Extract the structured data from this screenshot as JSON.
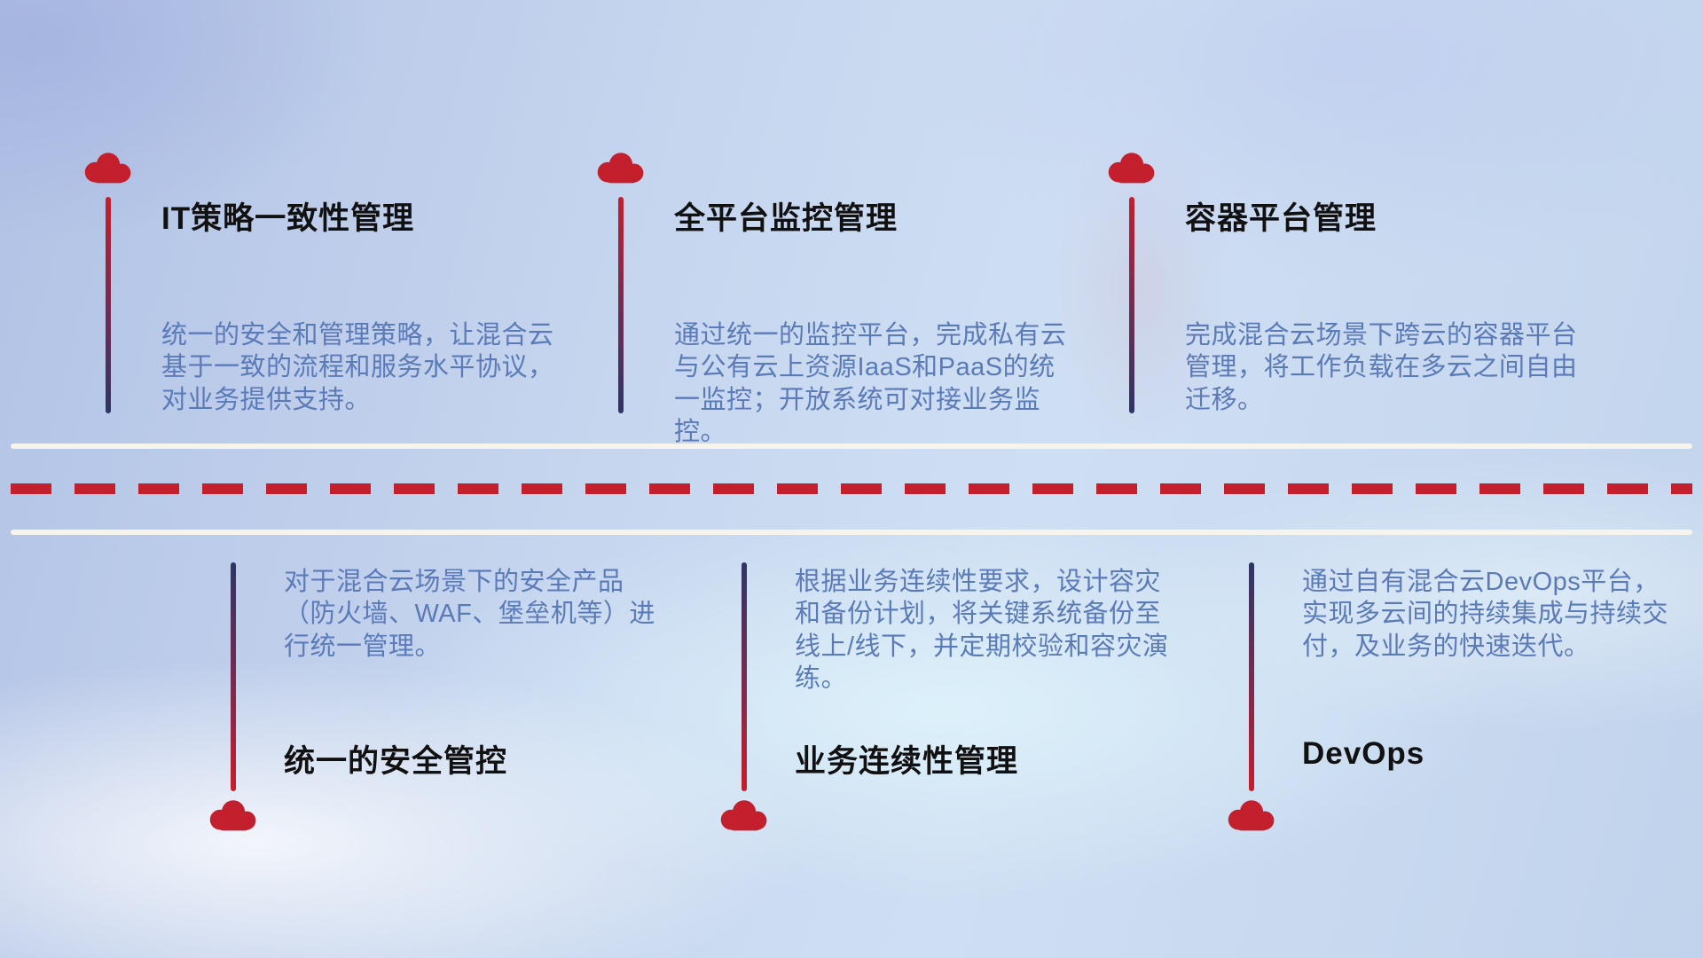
{
  "top_items": [
    {
      "icon": "cloud-icon",
      "title": "IT策略一致性管理",
      "description": "统一的安全和管理策略，让混合云基于一致的流程和服务水平协议，对业务提供支持。"
    },
    {
      "icon": "cloud-icon",
      "title": "全平台监控管理",
      "description": "通过统一的监控平台，完成私有云与公有云上资源IaaS和PaaS的统一监控；开放系统可对接业务监控。"
    },
    {
      "icon": "cloud-icon",
      "title": "容器平台管理",
      "description": "完成混合云场景下跨云的容器平台管理，将工作负载在多云之间自由迁移。"
    }
  ],
  "bottom_items": [
    {
      "icon": "cloud-icon",
      "title": "统一的安全管控",
      "description": "对于混合云场景下的安全产品（防火墙、WAF、堡垒机等）进行统一管理。"
    },
    {
      "icon": "cloud-icon",
      "title": "业务连续性管理",
      "description": "根据业务连续性要求，设计容灾和备份计划，将关键系统备份至线上/线下，并定期校验和容灾演练。"
    },
    {
      "icon": "cloud-icon",
      "title": "DevOps",
      "description": "通过自有混合云DevOps平台，实现多云间的持续集成与持续交付，及业务的快速迭代。"
    }
  ],
  "colors": {
    "cloud_red": "#c41f2c",
    "pole_navy": "#2e3566",
    "title_text": "#111111",
    "description_text": "#5b7ab8",
    "road_line": "#f7f4ee",
    "dash_red": "#c41f2c"
  }
}
